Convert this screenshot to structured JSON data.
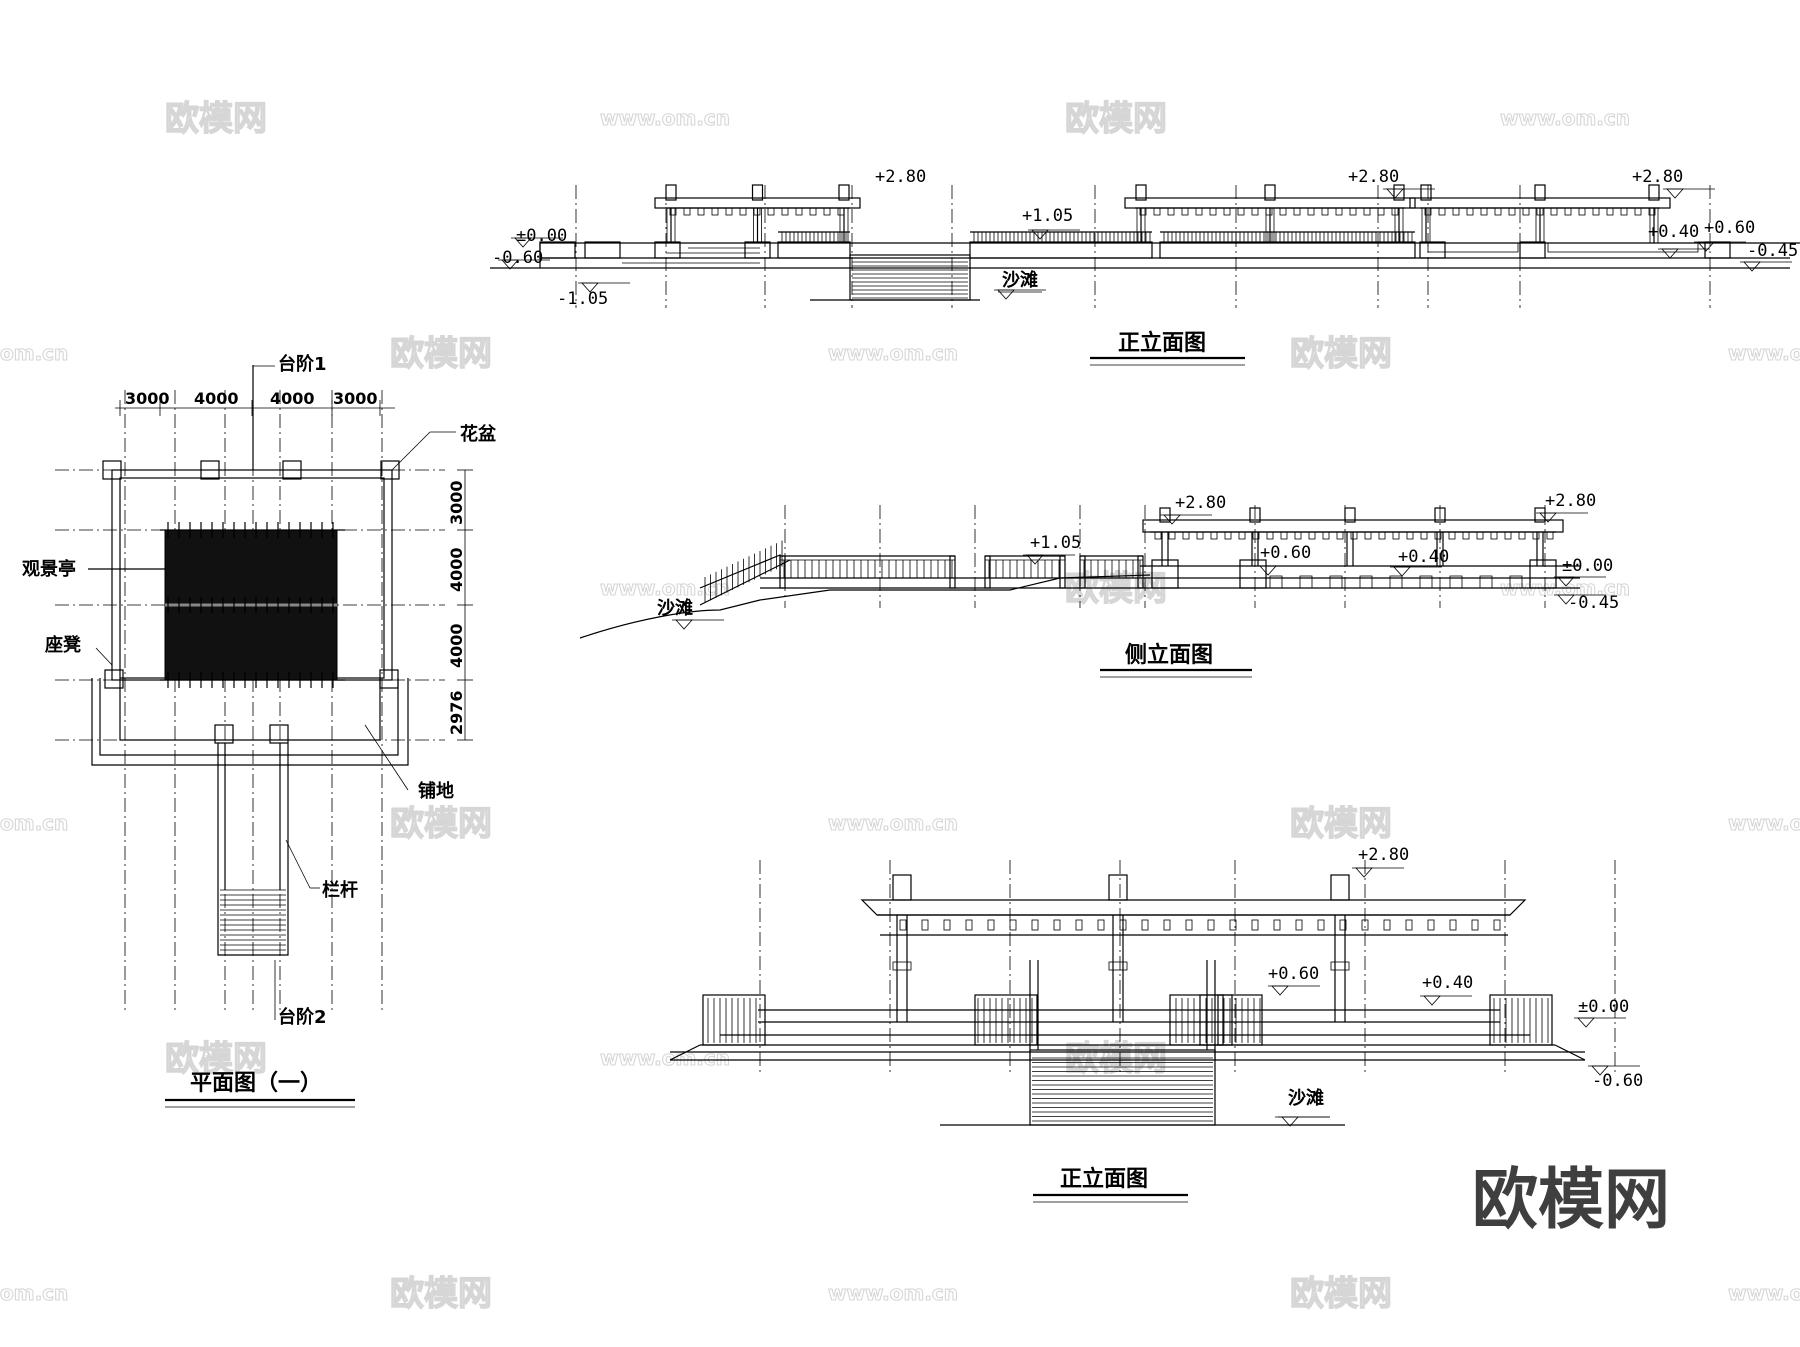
{
  "watermarks": {
    "logo_text": "欧模网",
    "url_text": "www.om.cn",
    "url_short": "om.cn"
  },
  "big_logo": "欧模网",
  "plan": {
    "title": "平面图（一）",
    "dims_horizontal": [
      "3000",
      "4000",
      "4000",
      "3000"
    ],
    "dims_vertical": [
      "3000",
      "4000",
      "4000",
      "2976"
    ],
    "labels": {
      "step1": "台阶1",
      "step2": "台阶2",
      "flowerpot": "花盆",
      "pavilion": "观景亭",
      "bench": "座凳",
      "paving": "铺地",
      "railing": "栏杆"
    }
  },
  "front_elevation_1": {
    "title": "正立面图",
    "elevations": [
      "±0.00",
      "-0.60",
      "-1.05",
      "+2.80",
      "+1.05",
      "+2.80",
      "+2.80",
      "+0.40",
      "+0.60",
      "-0.45"
    ],
    "beach": "沙滩"
  },
  "side_elevation": {
    "title": "侧立面图",
    "elevations": [
      "+2.80",
      "+2.80",
      "+1.05",
      "+0.60",
      "+0.40",
      "±0.00",
      "-0.45"
    ],
    "beach": "沙滩"
  },
  "front_elevation_2": {
    "title": "正立面图",
    "elevations": [
      "+2.80",
      "+0.60",
      "+0.40",
      "±0.00",
      "-0.60"
    ],
    "beach": "沙滩"
  }
}
